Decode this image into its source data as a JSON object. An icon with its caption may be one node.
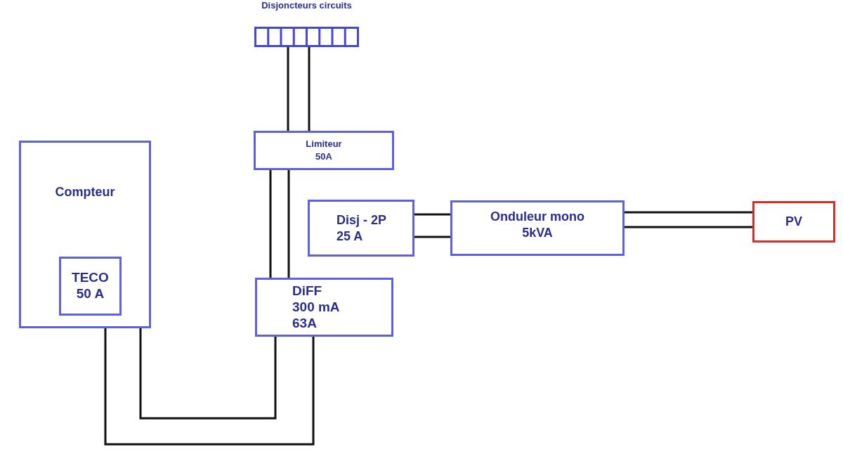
{
  "diagram": {
    "nodes": [
      {
        "text": [
          "Disjoncteurs circuits"
        ]
      },
      {
        "text": [
          "Limiteur 50A"
        ]
      },
      {
        "text": [
          "Compteur"
        ]
      },
      {
        "text": [
          "TECO 50 A"
        ],
        "in": 2
      },
      {
        "text": [
          "Disj - 2P 25 A"
        ]
      },
      {
        "text": [
          "Onduleur mono 5kVA"
        ]
      },
      {
        "text": [
          "PV"
        ]
      },
      {
        "text": [
          "DiFF 300 mA 63A"
        ]
      }
    ],
    "edges": [
      {
        "from": 0,
        "to": 1,
        "arrow": "none"
      },
      {
        "from": 0,
        "to": 1,
        "arrow": "none"
      },
      {
        "from": 1,
        "to": 7,
        "arrow": "none"
      },
      {
        "from": 1,
        "to": 7,
        "arrow": "none"
      },
      {
        "from": 4,
        "to": 5,
        "arrow": "none"
      },
      {
        "from": 4,
        "to": 5,
        "arrow": "none"
      },
      {
        "from": 5,
        "to": 6,
        "arrow": "none"
      },
      {
        "from": 5,
        "to": 6,
        "arrow": "none"
      },
      {
        "from": 2,
        "to": 7,
        "arrow": "none"
      },
      {
        "from": 2,
        "to": 7,
        "arrow": "none"
      }
    ]
  }
}
